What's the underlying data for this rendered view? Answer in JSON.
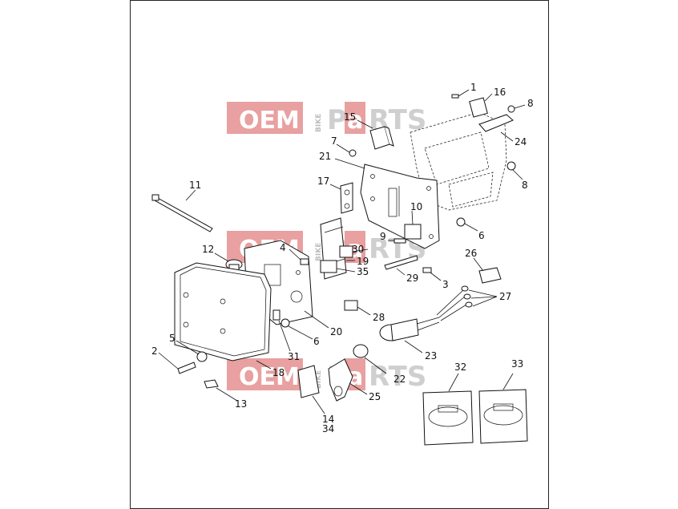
{
  "watermark": {
    "oem": "OEM",
    "bike": "BIKE",
    "parts_p": "P",
    "parts_a": "a",
    "parts_rest": "RTS"
  },
  "callouts": [
    {
      "id": "c1",
      "text": "1"
    },
    {
      "id": "c16",
      "text": "16"
    },
    {
      "id": "c8a",
      "text": "8"
    },
    {
      "id": "c15",
      "text": "15"
    },
    {
      "id": "c7",
      "text": "7"
    },
    {
      "id": "c24",
      "text": "24"
    },
    {
      "id": "c21",
      "text": "21"
    },
    {
      "id": "c8b",
      "text": "8"
    },
    {
      "id": "c17",
      "text": "17"
    },
    {
      "id": "c11",
      "text": "11"
    },
    {
      "id": "c10",
      "text": "10"
    },
    {
      "id": "c9",
      "text": "9"
    },
    {
      "id": "c6a",
      "text": "6"
    },
    {
      "id": "c12",
      "text": "12"
    },
    {
      "id": "c4",
      "text": "4"
    },
    {
      "id": "c30",
      "text": "30"
    },
    {
      "id": "c19",
      "text": "19"
    },
    {
      "id": "c35",
      "text": "35"
    },
    {
      "id": "c26",
      "text": "26"
    },
    {
      "id": "c29",
      "text": "29"
    },
    {
      "id": "c3",
      "text": "3"
    },
    {
      "id": "c27",
      "text": "27"
    },
    {
      "id": "c28",
      "text": "28"
    },
    {
      "id": "c20",
      "text": "20"
    },
    {
      "id": "c6b",
      "text": "6"
    },
    {
      "id": "c5",
      "text": "5"
    },
    {
      "id": "c2",
      "text": "2"
    },
    {
      "id": "c31",
      "text": "31"
    },
    {
      "id": "c23",
      "text": "23"
    },
    {
      "id": "c18",
      "text": "18"
    },
    {
      "id": "c22",
      "text": "22"
    },
    {
      "id": "c32",
      "text": "32"
    },
    {
      "id": "c33",
      "text": "33"
    },
    {
      "id": "c13",
      "text": "13"
    },
    {
      "id": "c25",
      "text": "25"
    },
    {
      "id": "c14",
      "text": "14"
    },
    {
      "id": "c34",
      "text": "34"
    }
  ],
  "colors": {
    "watermark_red": "#e8a0a0",
    "watermark_gray": "#cfcfcf",
    "ink": "#111111",
    "frame": "#222222"
  }
}
